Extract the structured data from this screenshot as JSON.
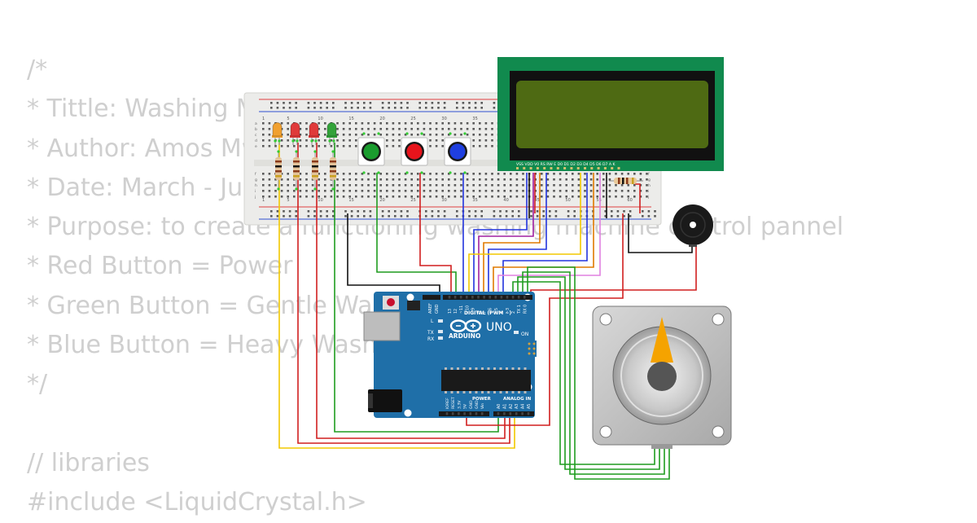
{
  "code_lines": [
    "/*",
    "* Tittle: Washing Machine",
    "* Author: Amos Mwangi",
    "* Date: March - June",
    "* Purpose: to create a functioning washing machine control pannel",
    "* Red Button = Power",
    "* Green Button = Gentle Wash",
    "* Blue Button = Heavy Wash",
    "*/",
    "",
    "// libraries",
    "#include <LiquidCrystal.h>"
  ],
  "breadboard": {
    "column_numbers_top": [
      "1",
      "5",
      "10",
      "15",
      "20",
      "25",
      "30",
      "35"
    ],
    "column_numbers_bottom": [
      "1",
      "5",
      "10",
      "15",
      "20",
      "25",
      "30",
      "35",
      "40",
      "45",
      "50",
      "55",
      "60"
    ],
    "row_letters": [
      "a",
      "b",
      "c",
      "d",
      "e",
      "f",
      "g",
      "h",
      "i",
      "j"
    ]
  },
  "lcd": {
    "pin_labels": "VSS VDD V0 RS RW E D0 D1 D2 D3 D4 D5 D6 D7 A K",
    "frame_color": "#118a4e",
    "screen_color": "#4e6a13"
  },
  "arduino": {
    "brand": "ARDUINO",
    "model": "UNO",
    "digital_label": "DIGITAL (PWM ~)",
    "power_label": "POWER",
    "analog_label": "ANALOG IN",
    "on_label": "ON",
    "l_label": "L",
    "tx_label": "TX",
    "rx_label": "RX",
    "aref_label": "AREF",
    "gnd_label": "GND",
    "digital_pins": [
      "13",
      "12",
      "~11",
      "~10",
      "~9",
      "8",
      "7",
      "~6",
      "~5",
      "4",
      "~3",
      "2",
      "TX 1",
      "RX 0"
    ],
    "power_pins": [
      "IOREF",
      "RESET",
      "3.3V",
      "5V",
      "GND",
      "GND",
      "Vin"
    ],
    "analog_pins": [
      "A0",
      "A1",
      "A2",
      "A3",
      "A4",
      "A5"
    ],
    "board_color": "#1f6fa8"
  },
  "leds": [
    {
      "color": "#f0a030"
    },
    {
      "color": "#e03a3a"
    },
    {
      "color": "#e03a3a"
    },
    {
      "color": "#33a33a"
    }
  ],
  "buttons": [
    {
      "color": "#1a9c2e"
    },
    {
      "color": "#e8141c"
    },
    {
      "color": "#1f3fe0"
    }
  ],
  "wire_colors": {
    "yellow": "#f2c800",
    "red": "#d11f1f",
    "green": "#1f9c1f",
    "black": "#111111",
    "blue": "#2233dd",
    "purple": "#a020a0",
    "pink": "#e080e0",
    "orange": "#e07a00"
  },
  "motor": {
    "pointer_color": "#f5a300"
  }
}
